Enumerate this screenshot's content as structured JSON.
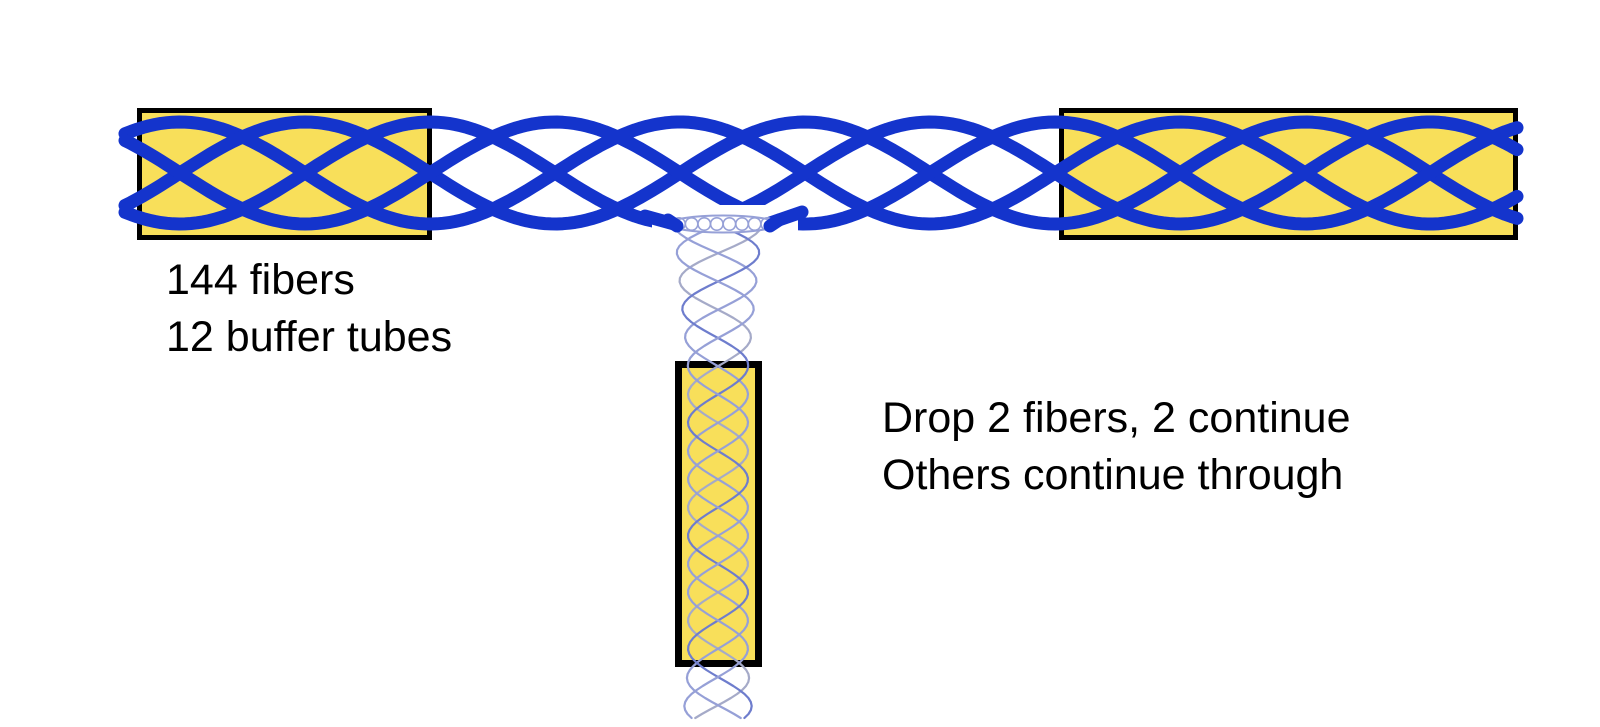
{
  "labels": {
    "trunk_line1": "144 fibers",
    "trunk_line2": "12 buffer tubes",
    "drop_line1": "Drop 2 fibers, 2 continue",
    "drop_line2": "Others continue through"
  },
  "colors": {
    "background": "#ffffff",
    "cable_blue": "#1434cc",
    "tube_yellow": "#f8df5a",
    "tube_border": "#000000",
    "fiber_light": "#96a0d7",
    "fiber_medium": "#6e7dcd",
    "fiber_gray": "#a5aac8",
    "label_text": "#000000"
  },
  "elements": {
    "left_tube": "trunk buffer tube (left)",
    "right_tube": "trunk buffer tube (right)",
    "drop_tube": "drop buffer tube (vertical)",
    "splice": "tap splice point",
    "trunk_strand_count": 4,
    "drop_fiber_count": 4
  }
}
